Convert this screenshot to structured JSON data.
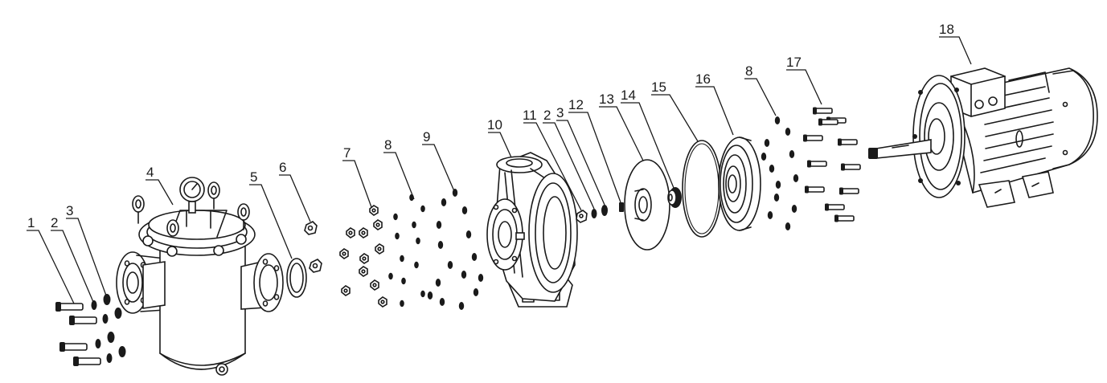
{
  "labels": {
    "p1": "1",
    "p2a": "2",
    "p3a": "3",
    "p4": "4",
    "p5": "5",
    "p6": "6",
    "p7": "7",
    "p8a": "8",
    "p9": "9",
    "p10": "10",
    "p11": "11",
    "p2b": "2",
    "p3b": "3",
    "p12": "12",
    "p13": "13",
    "p14": "14",
    "p15": "15",
    "p16": "16",
    "p8b": "8",
    "p17": "17",
    "p18": "18"
  },
  "colors": {
    "line": "#1a1a1a",
    "background": "#ffffff"
  }
}
